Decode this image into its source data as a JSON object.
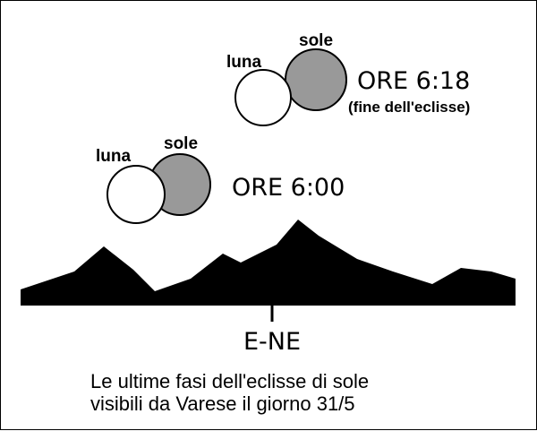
{
  "colors": {
    "background": "#ffffff",
    "ink": "#000000",
    "moon_fill": "#ffffff",
    "sun_fill": "#999999",
    "mountains": "#000000"
  },
  "phase_late": {
    "moon_label": "luna",
    "sun_label": "sole",
    "time": "ORE 6:18",
    "note": "(fine dell'eclisse)"
  },
  "phase_early": {
    "moon_label": "luna",
    "sun_label": "sole",
    "time": "ORE 6:00"
  },
  "direction": "E-NE",
  "caption": {
    "line1": "Le ultime fasi dell'eclisse di sole",
    "line2": "visibili da Varese il giorno 31/5"
  }
}
